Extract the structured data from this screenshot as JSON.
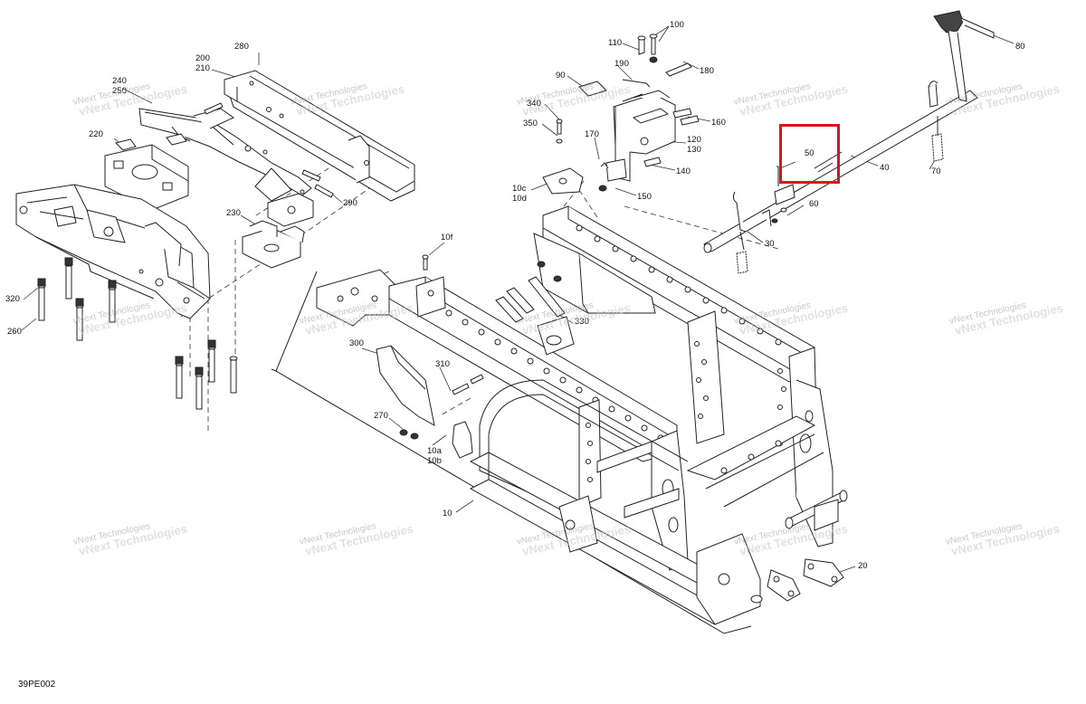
{
  "diagram": {
    "code": "39PE002",
    "watermark": {
      "line1": "vNext Technologies",
      "line2": "vNext Technologies"
    },
    "highlight_color": "#d9141a",
    "callouts": {
      "c100": "100",
      "c110": "110",
      "c80": "80",
      "c190": "190",
      "c180": "180",
      "c90": "90",
      "c340": "340",
      "c350": "350",
      "c160": "160",
      "c120": "120",
      "c130": "130",
      "c170": "170",
      "c140": "140",
      "c10c": "10c",
      "c10d": "10d",
      "c150": "150",
      "c50": "50",
      "c40": "40",
      "c70": "70",
      "c60": "60",
      "c30": "30",
      "c280": "280",
      "c200": "200",
      "c210": "210",
      "c240": "240",
      "c250": "250",
      "c220": "220",
      "c290": "290",
      "c230": "230",
      "c10f": "10f",
      "c320": "320",
      "c260": "260",
      "c330": "330",
      "c300": "300",
      "c310": "310",
      "c270": "270",
      "c10a": "10a",
      "c10b": "10b",
      "c10": "10",
      "c20": "20"
    }
  }
}
